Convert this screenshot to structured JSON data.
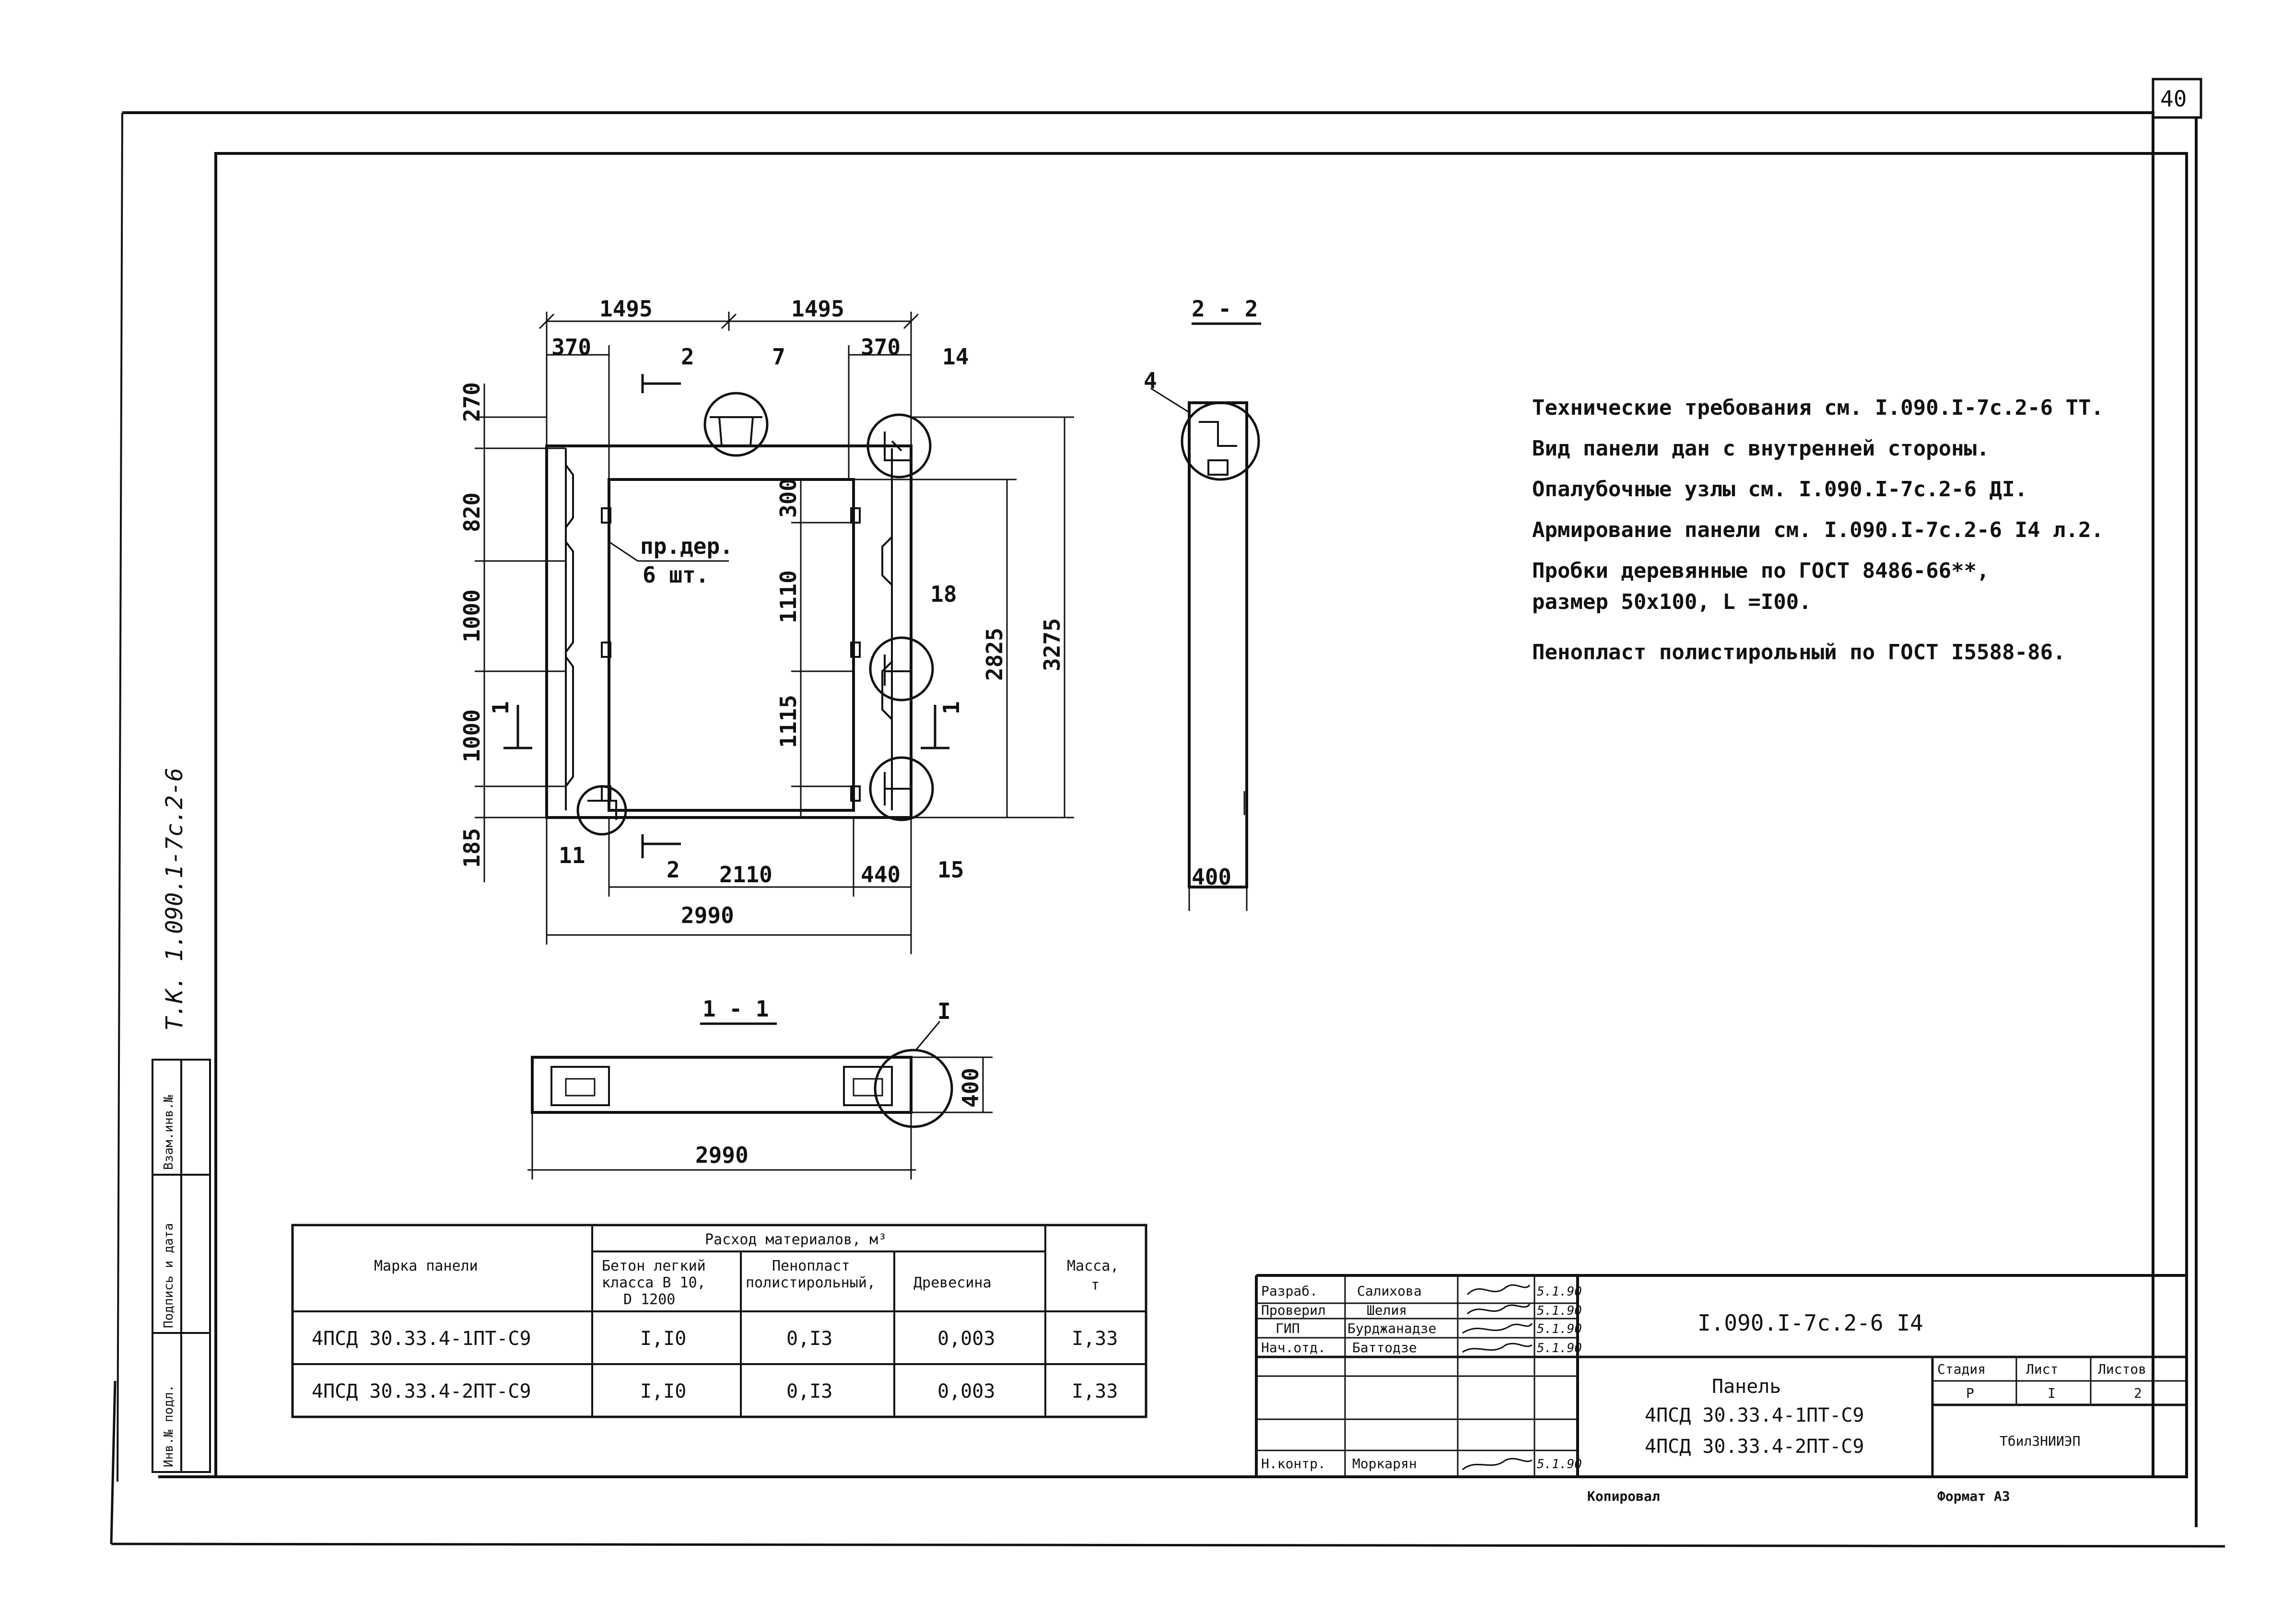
{
  "sheet_number": "40",
  "side_stamp": "Т.К. 1.090.1-7с.2-6",
  "side_labels": [
    "Взам.инв.№",
    "Подпись и дата",
    "Инв.№ подл."
  ],
  "front_view": {
    "dims_top": [
      "1495",
      "1495"
    ],
    "dims_top_small": [
      "370",
      "370"
    ],
    "dims_left": [
      "270",
      "820",
      "1000",
      "1000",
      "185"
    ],
    "dims_mid": [
      "300",
      "1110",
      "1115"
    ],
    "dims_right": [
      "2825",
      "3275"
    ],
    "dims_bottom": [
      "2110",
      "440"
    ],
    "dim_total_width": "2990",
    "callouts": [
      "2",
      "7",
      "14",
      "18",
      "15",
      "11",
      "2",
      "1",
      "1"
    ],
    "plug_label": [
      "пр.дер.",
      "6 шт."
    ]
  },
  "section_2_2": {
    "title": "2 - 2",
    "callout": "4",
    "dim": "400"
  },
  "section_1_1": {
    "title": "1 - 1",
    "callout": "I",
    "dim_height": "400",
    "dim_width": "2990"
  },
  "notes": [
    "Технические требования см. I.090.I-7с.2-6 ТТ.",
    "Вид панели дан с внутренней стороны.",
    "Опалубочные узлы см. I.090.I-7с.2-6 ДI.",
    "Армирование панели см. I.090.I-7с.2-6 I4 л.2.",
    "Пробки деревянные по ГОСТ 8486-66**,",
    "размер 50x100, L =I00.",
    "Пенопласт полистирольный по ГОСТ I5588-86."
  ],
  "materials_table": {
    "header_group": "Расход материалов, м³",
    "col_mark": "Марка панели",
    "col_concrete": [
      "Бетон легкий",
      "класса В 10,",
      "D 1200"
    ],
    "col_foam": [
      "Пенопласт",
      "полистирольный,"
    ],
    "col_wood": "Древесина",
    "col_mass": [
      "Масса,",
      "т"
    ],
    "rows": [
      {
        "mark": "4ПСД 30.33.4-1ПТ-С9",
        "concrete": "I,I0",
        "foam": "0,I3",
        "wood": "0,003",
        "mass": "I,33"
      },
      {
        "mark": "4ПСД 30.33.4-2ПТ-С9",
        "concrete": "I,I0",
        "foam": "0,I3",
        "wood": "0,003",
        "mass": "I,33"
      }
    ]
  },
  "title_block": {
    "roles": [
      "Разраб.",
      "Проверил",
      "ГИП",
      "Нач.отд.",
      "",
      "",
      "Н.контр."
    ],
    "names": [
      "Салихова",
      "Шелия",
      "Бурджанадзе",
      "Баттодзе",
      "",
      "",
      "Моркарян"
    ],
    "dates": [
      "5.1.90",
      "5.1.90",
      "5.1.90",
      "5.1.90",
      "",
      "",
      "5.1.90"
    ],
    "doc_code": "I.090.I-7с.2-6 I4",
    "title": [
      "Панель",
      "4ПСД 30.33.4-1ПТ-С9",
      "4ПСД 30.33.4-2ПТ-С9"
    ],
    "stage_label": "Стадия",
    "sheet_label": "Лист",
    "sheets_label": "Листов",
    "stage": "Р",
    "sheet": "I",
    "sheets": "2",
    "org": "ТбилЗНИИЭП"
  },
  "footer": {
    "copied": "Копировал",
    "format": "Формат А3"
  }
}
